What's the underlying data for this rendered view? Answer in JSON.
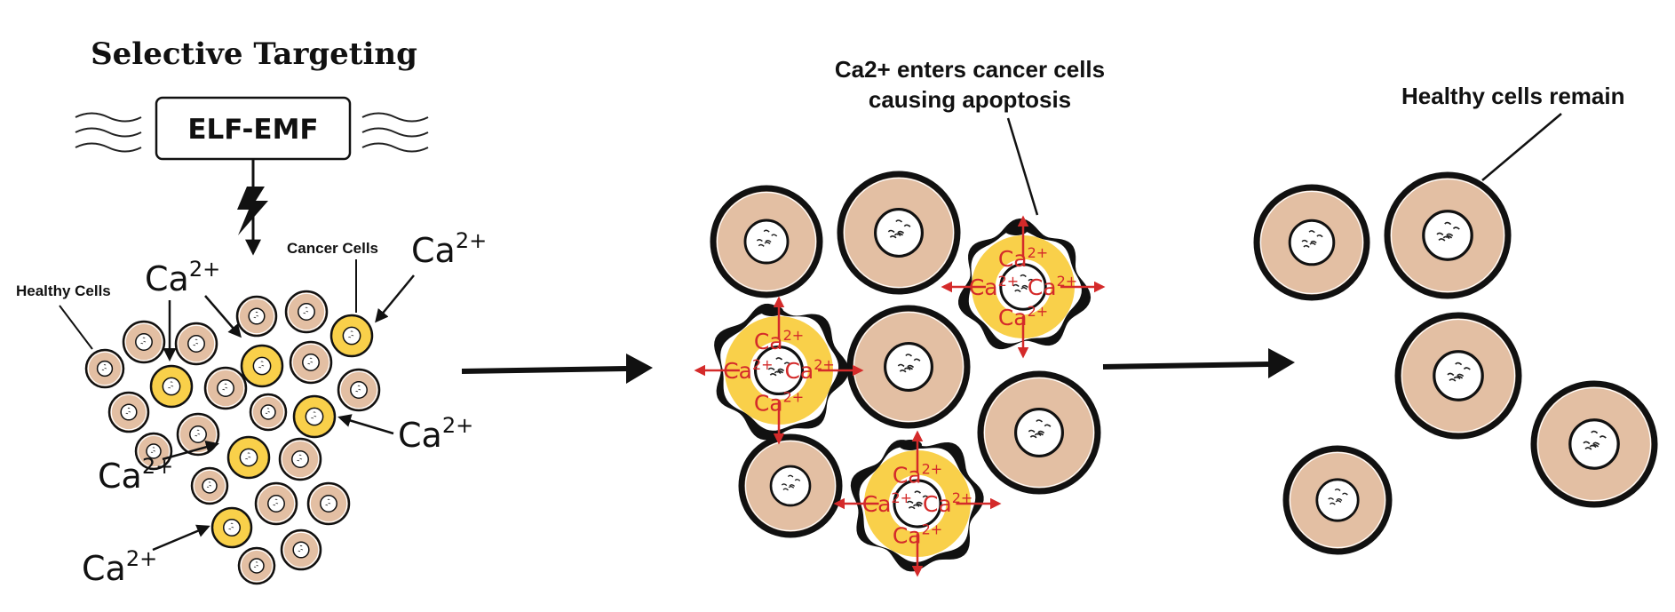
{
  "title": "Selective Targeting",
  "emf_box": {
    "label": "ELF-EMF"
  },
  "labels": {
    "healthy_cells": "Healthy Cells",
    "cancer_cells": "Cancer Cells",
    "apoptosis_line1": "Ca2+ enters cancer cells",
    "apoptosis_line2": "causing apoptosis",
    "healthy_remain": "Healthy cells remain"
  },
  "ion": {
    "base": "Ca",
    "charge": "2+"
  },
  "colors": {
    "healthy_cytoplasm": "#e3bfa3",
    "cancer_cytoplasm": "#f9d04a",
    "ion_red": "#d42a2a",
    "outline": "#111111"
  },
  "stages": [
    {
      "name": "cluster",
      "healthy_count": 18,
      "cancer_count": 6
    },
    {
      "name": "apoptosis",
      "healthy_count": 5,
      "cancer_count": 3
    },
    {
      "name": "result",
      "healthy_count": 5,
      "cancer_count": 0
    }
  ]
}
